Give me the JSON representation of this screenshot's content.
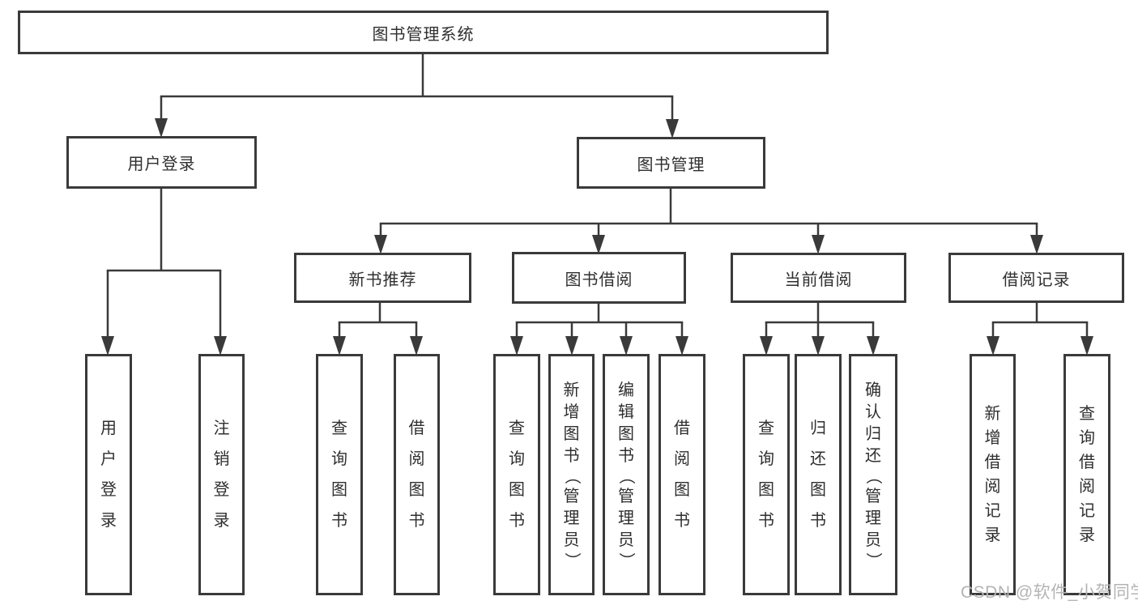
{
  "title": {
    "label": "图书管理系统"
  },
  "branches": {
    "user_login": {
      "label": "用户登录",
      "children": [
        "用户登录",
        "注销登录"
      ]
    },
    "book_mgmt": {
      "label": "图书管理"
    }
  },
  "modules": [
    {
      "label": "新书推荐",
      "children": [
        "查询图书",
        "借阅图书"
      ]
    },
    {
      "label": "图书借阅",
      "children": [
        "查询图书",
        "新增图书（管理员）",
        "编辑图书（管理员）",
        "借阅图书"
      ]
    },
    {
      "label": "当前借阅",
      "children": [
        "查询图书",
        "归还图书",
        "确认归还（管理员）"
      ]
    },
    {
      "label": "借阅记录",
      "children": [
        "新增借阅记录",
        "查询借阅记录"
      ]
    }
  ],
  "watermark": {
    "text": "CSDN @软件_小贺同学",
    "color": "#b4b4b4"
  },
  "colors": {
    "line": "#3a3a3a",
    "box_border": "#3a3a3a",
    "text": "#2f2f2f",
    "background": "#ffffff"
  }
}
